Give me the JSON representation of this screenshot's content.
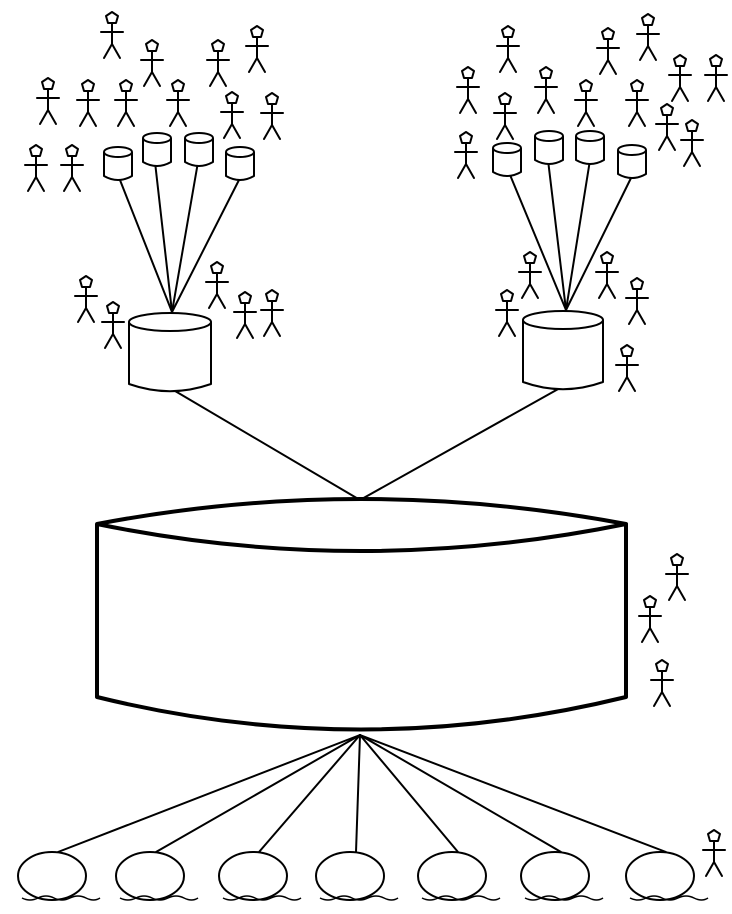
{
  "diagram": {
    "stroke_color": "#000000",
    "background_color": "#ffffff",
    "person_icon": "stick-figure-icon",
    "small_db_icon": "small-cylinder-icon",
    "regional_db_icon": "medium-cylinder-icon",
    "central_db_icon": "large-cylinder-icon",
    "disk_icon": "oval-disk-icon",
    "left_group": {
      "small_databases": 4,
      "people_near_sources": 13,
      "people_near_hub": 5
    },
    "right_group": {
      "small_databases": 4,
      "people_near_sources": 14,
      "people_near_hub": 6
    },
    "central": {
      "people_near": 3
    },
    "bottom": {
      "disks": 7,
      "people_near": 1
    }
  }
}
